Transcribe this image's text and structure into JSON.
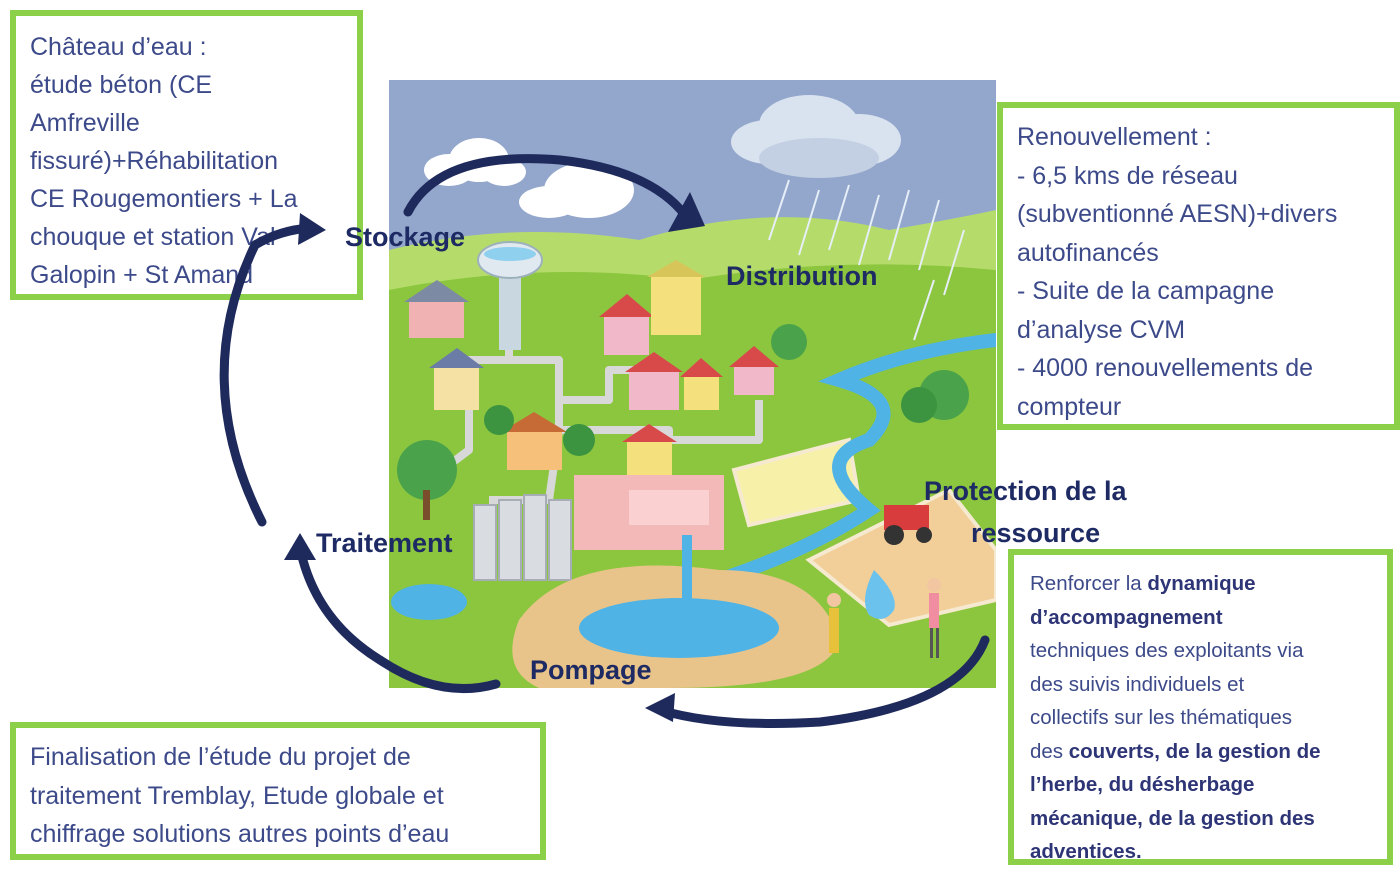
{
  "stages": {
    "stockage": "Stockage",
    "distribution": "Distribution",
    "traitement": "Traitement",
    "pompage": "Pompage",
    "protection_line1": "Protection de la",
    "protection_line2": "ressource"
  },
  "boxes": {
    "stockage_lines": [
      "Château d’eau :",
      "étude béton (CE",
      "Amfreville",
      "fissuré)+Réhabilitation",
      "CE Rougemontiers + La",
      "chouque et station Val",
      "Galopin + St Amand"
    ],
    "distribution_lines": [
      "Renouvellement :",
      "- 6,5 kms de réseau",
      "(subventionné AESN)+divers",
      "autofinancés",
      "- Suite de la campagne",
      "d’analyse CVM",
      "- 4000 renouvellements de",
      "compteur"
    ],
    "traitement_lines": [
      "Finalisation de l’étude du projet de",
      "traitement Tremblay, Etude globale et",
      "chiffrage solutions autres points d’eau"
    ],
    "protection": {
      "l1_normal": "Renforcer la ",
      "l1_bold": "dynamique",
      "l2_bold": "d’accompagnement",
      "l3": "techniques des exploitants via",
      "l4": "des suivis individuels et",
      "l5": "collectifs sur les thématiques",
      "l6_normal": "des ",
      "l6_bold": "couverts, de la gestion de",
      "l7_bold": "l’herbe, du désherbage",
      "l8_bold": "mécanique, de la gestion des",
      "l9_bold": "adventices."
    }
  },
  "colors": {
    "box_border": "#8cd04a",
    "box_text": "#3d4a8a",
    "label_text": "#1d2a63",
    "arrow": "#1f2a5c",
    "sky": "#93a7cc",
    "grass": "#8cc63f",
    "water": "#4fb3e6"
  }
}
